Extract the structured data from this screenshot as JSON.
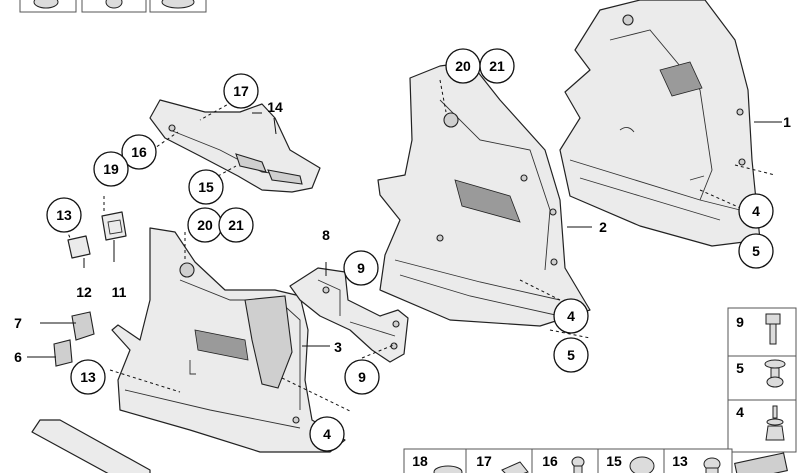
{
  "callouts": {
    "c17_top": "17",
    "c14": "14",
    "c16": "16",
    "c19": "19",
    "c15": "15",
    "c13_top": "13",
    "c12": "12",
    "c11": "11",
    "c20_mid": "20",
    "c21_mid": "21",
    "c8": "8",
    "c9_mid": "9",
    "c9_bot": "9",
    "c3": "3",
    "c7": "7",
    "c6": "6",
    "c13_mid": "13",
    "c4_bot": "4",
    "c20_top": "20",
    "c21_top": "21",
    "c2": "2",
    "c4_mid": "4",
    "c5_mid": "5",
    "c1": "1",
    "c4_right": "4",
    "c5_right": "5"
  },
  "legend_right": {
    "items": [
      "9",
      "5",
      "4"
    ]
  },
  "legend_bottom": {
    "items": [
      "18",
      "17",
      "16",
      "15",
      "13"
    ]
  }
}
